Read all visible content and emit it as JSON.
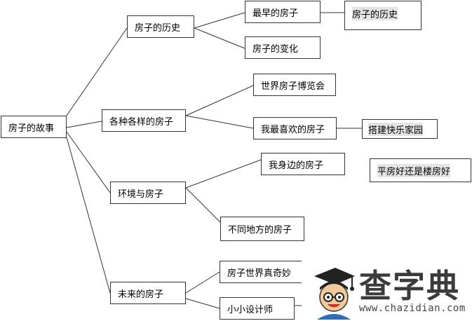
{
  "root": "房子的故事",
  "branches": [
    {
      "label": "房子的历史",
      "children": [
        "最早的房子",
        "房子的变化"
      ]
    },
    {
      "label": "各种各样的房子",
      "children": [
        "世界房子博览会",
        "我最喜欢的房子"
      ]
    },
    {
      "label": "环境与房子",
      "children": [
        "我身边的房子",
        "不同地方的房子"
      ]
    },
    {
      "label": "未来的房子",
      "children": [
        "房子世界真奇妙",
        "小小设计师"
      ]
    }
  ],
  "leaves": {
    "earliest_extra": "房子的历史",
    "favorite_extra": "搭建快乐家园",
    "side_note": "平房好还是楼房好"
  },
  "watermark": {
    "title": "查字典",
    "url": "www.chazidian.com",
    "logo_icon": "graduate-mascot-icon"
  }
}
